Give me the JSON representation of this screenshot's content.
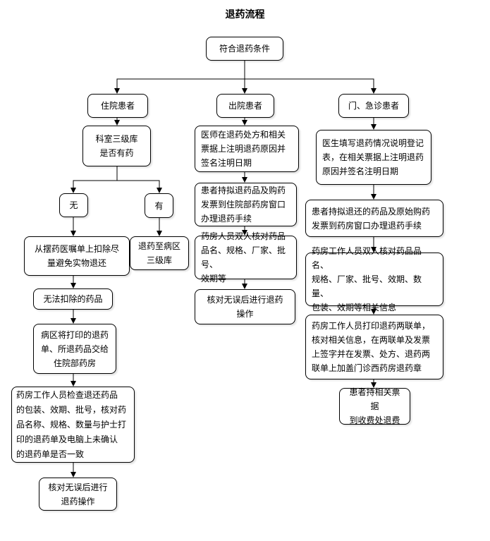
{
  "title": "退药流程",
  "nodes": {
    "start": "符合退药条件",
    "inpatient": "住院患者",
    "discharged": "出院患者",
    "outpatient": "门、急诊患者",
    "dept_stock": "科室三级库\n是否有药",
    "no": "无",
    "yes": "有",
    "return_ward": "退药至病区\n三级库",
    "deduct": "从摆药医嘱单上扣除尽\n量避免实物退还",
    "cannot_deduct": "无法扣除的药品",
    "ward_print": "病区将打印的退药\n单、所退药品交给\n住院部药房",
    "ip_check": "药房工作人员检查退还药品\n的包装、效期、批号，核对药\n品名称、规格、数量与护士打\n印的退药单及电脑上未确认\n的退药单是否一致",
    "ip_done": "核对无误后进行\n退药操作",
    "dis_doctor": "医师在退药处方和相关\n票据上注明退药原因并\n签名注明日期",
    "dis_patient": "患者持拟退药品及购药\n发票到住院部药房窗口\n办理退药手续",
    "dis_check": "药房人员双人核对药品\n品名、规格、厂家、批号、\n效期等",
    "dis_done": "核对无误后进行退药\n操作",
    "op_doctor": "医生填写退药情况说明登记\n表，在相关票据上注明退药\n原因并签名注明日期",
    "op_patient": "患者持拟退还的药品及原始购药\n发票到药房窗口办理退药手续",
    "op_check": "药房工作人员双人核对药品品名、\n规格、厂家、批号、效期、数量、\n包装、效期等相关信息",
    "op_print": "药房工作人员打印退药两联单，\n核对相关信息，在两联单及发票\n上签字并在发票、处方、退药两\n联单上加盖门诊西药房退药章",
    "op_refund": "患者持相关票据\n到收费处退费"
  }
}
